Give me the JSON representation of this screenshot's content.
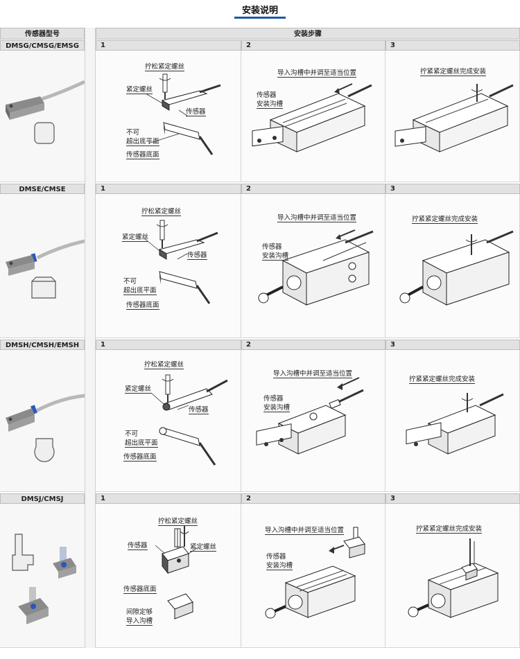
{
  "title": "安装说明",
  "header": {
    "model": "传感器型号",
    "steps": "安装步骤"
  },
  "rows": [
    {
      "model": "DMSG/CMSG/EMSG",
      "step_numbers": [
        "1",
        "2",
        "3"
      ],
      "step1": {
        "a": "拧松紧定螺丝",
        "b": "紧定螺丝",
        "c": "传感器",
        "d1": "不可",
        "d2": "超出底平面",
        "e": "传感器底面"
      },
      "step2": {
        "a": "导入沟槽中并调至适当位置",
        "b1": "传感器",
        "b2": "安装沟槽"
      },
      "step3": {
        "a": "拧紧紧定螺丝完成安装"
      }
    },
    {
      "model": "DMSE/CMSE",
      "step_numbers": [
        "1",
        "2",
        "3"
      ],
      "step1": {
        "a": "拧松紧定螺丝",
        "b": "紧定螺丝",
        "c": "传感器",
        "d1": "不可",
        "d2": "超出底平面",
        "e": "传感器底面"
      },
      "step2": {
        "a": "导入沟槽中并调至适当位置",
        "b1": "传感器",
        "b2": "安装沟槽"
      },
      "step3": {
        "a": "拧紧紧定螺丝完成安装"
      }
    },
    {
      "model": "DMSH/CMSH/EMSH",
      "step_numbers": [
        "1",
        "2",
        "3"
      ],
      "step1": {
        "a": "拧松紧定螺丝",
        "b": "紧定螺丝",
        "c": "传感器",
        "d1": "不可",
        "d2": "超出底平面",
        "e": "传感器底面"
      },
      "step2": {
        "a": "导入沟槽中并调至适当位置",
        "b1": "传感器",
        "b2": "安装沟槽"
      },
      "step3": {
        "a": "拧紧紧定螺丝完成安装"
      }
    },
    {
      "model": "DMSJ/CMSJ",
      "step_numbers": [
        "1",
        "2",
        "3"
      ],
      "step1": {
        "a": "拧松紧定螺丝",
        "b": "传感器",
        "c": "紧定螺丝",
        "d": "传感器底面",
        "e1": "间隙定够",
        "e2": "导入沟槽"
      },
      "step2": {
        "a": "导入沟槽中并调至适当位置",
        "b1": "传感器",
        "b2": "安装沟槽"
      },
      "step3": {
        "a": "拧紧紧定螺丝完成安装"
      }
    }
  ]
}
